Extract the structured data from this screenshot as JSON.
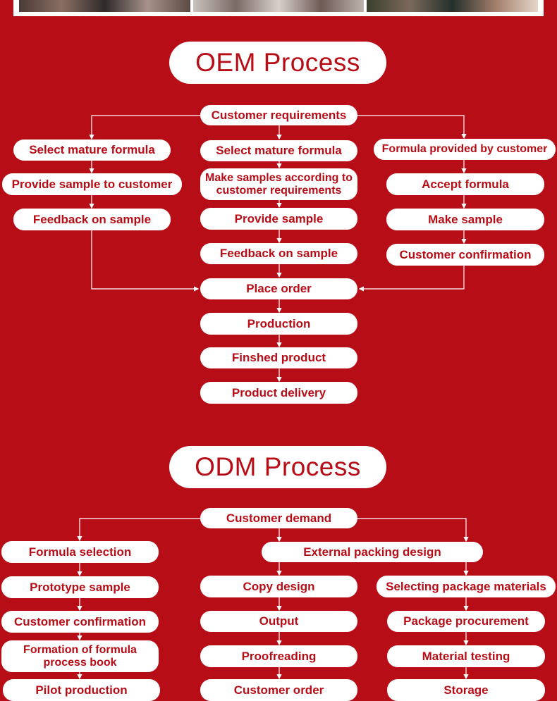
{
  "colors": {
    "background": "#b70d17",
    "box": "#ffffff",
    "text": "#b70d17",
    "line": "#ffffff"
  },
  "oem": {
    "title": "OEM Process",
    "root": "Customer requirements",
    "left": [
      "Select mature formula",
      "Provide sample to customer",
      "Feedback on sample"
    ],
    "middle": [
      "Select mature formula",
      "Make samples according to customer requirements",
      "Provide sample",
      "Feedback on sample"
    ],
    "right": [
      "Formula provided by customer",
      "Accept formula",
      "Make sample",
      "Customer confirmation"
    ],
    "tail": [
      "Place order",
      "Production",
      "Finshed product",
      "Product delivery"
    ]
  },
  "odm": {
    "title": "ODM Process",
    "root": "Customer demand",
    "left": [
      "Formula selection",
      "Prototype sample",
      "Customer confirmation",
      "Formation of formula process book",
      "Pilot production"
    ],
    "packing": "External packing design",
    "middle": [
      "Copy design",
      "Output",
      "Proofreading",
      "Customer order"
    ],
    "right": [
      "Selecting package materials",
      "Package procurement",
      "Material testing",
      "Storage"
    ]
  }
}
